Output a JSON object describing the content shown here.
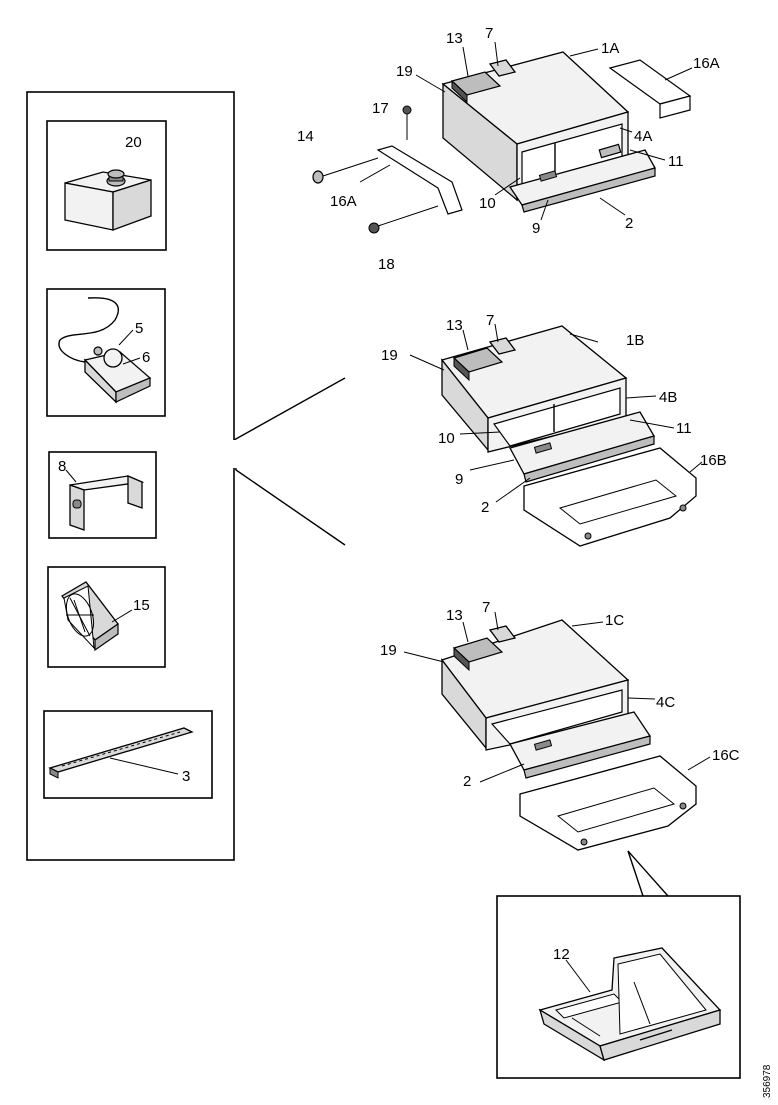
{
  "diagram": {
    "labels": {
      "l20": "20",
      "l5": "5",
      "l6": "6",
      "l8": "8",
      "l15": "15",
      "l3": "3",
      "a13": "13",
      "a7": "7",
      "a1A": "1A",
      "a16A": "16A",
      "a19": "19",
      "a17": "17",
      "a14": "14",
      "a4A": "4A",
      "a11": "11",
      "a16A2": "16A",
      "a10": "10",
      "a9": "9",
      "a2": "2",
      "a18": "18",
      "b13": "13",
      "b7": "7",
      "b1B": "1B",
      "b19": "19",
      "b4B": "4B",
      "b10": "10",
      "b11": "11",
      "b16B": "16B",
      "b9": "9",
      "b2": "2",
      "c13": "13",
      "c7": "7",
      "c1C": "1C",
      "c19": "19",
      "c4C": "4C",
      "c2": "2",
      "c16C": "16C",
      "d12": "12"
    },
    "doc_number": "356978"
  }
}
